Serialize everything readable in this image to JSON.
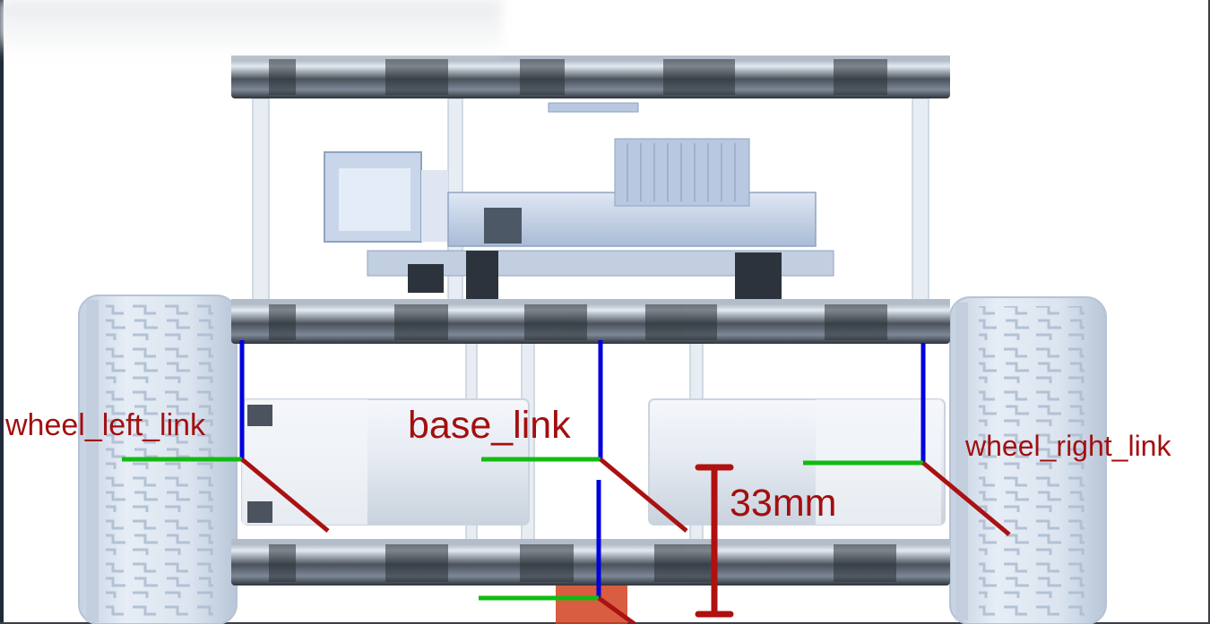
{
  "diagram": {
    "labels": {
      "wheel_left": "wheel_left_link",
      "base": "base_link",
      "wheel_right": "wheel_right_link",
      "dimension": "33mm"
    },
    "colors": {
      "label_text": "#a30f0f",
      "axis_z": "#0000dd",
      "axis_y": "#11bb11",
      "axis_x": "#aa1111",
      "dimension_marker": "#b01010",
      "plate_dark": "#3c4550",
      "plate_light": "#9aa6b4",
      "wheel": "#d7e1ee",
      "motor": "#eef2f8"
    },
    "icons": [
      "robot-chassis-render",
      "coordinate-frame-icon",
      "dimension-marker-icon"
    ]
  }
}
